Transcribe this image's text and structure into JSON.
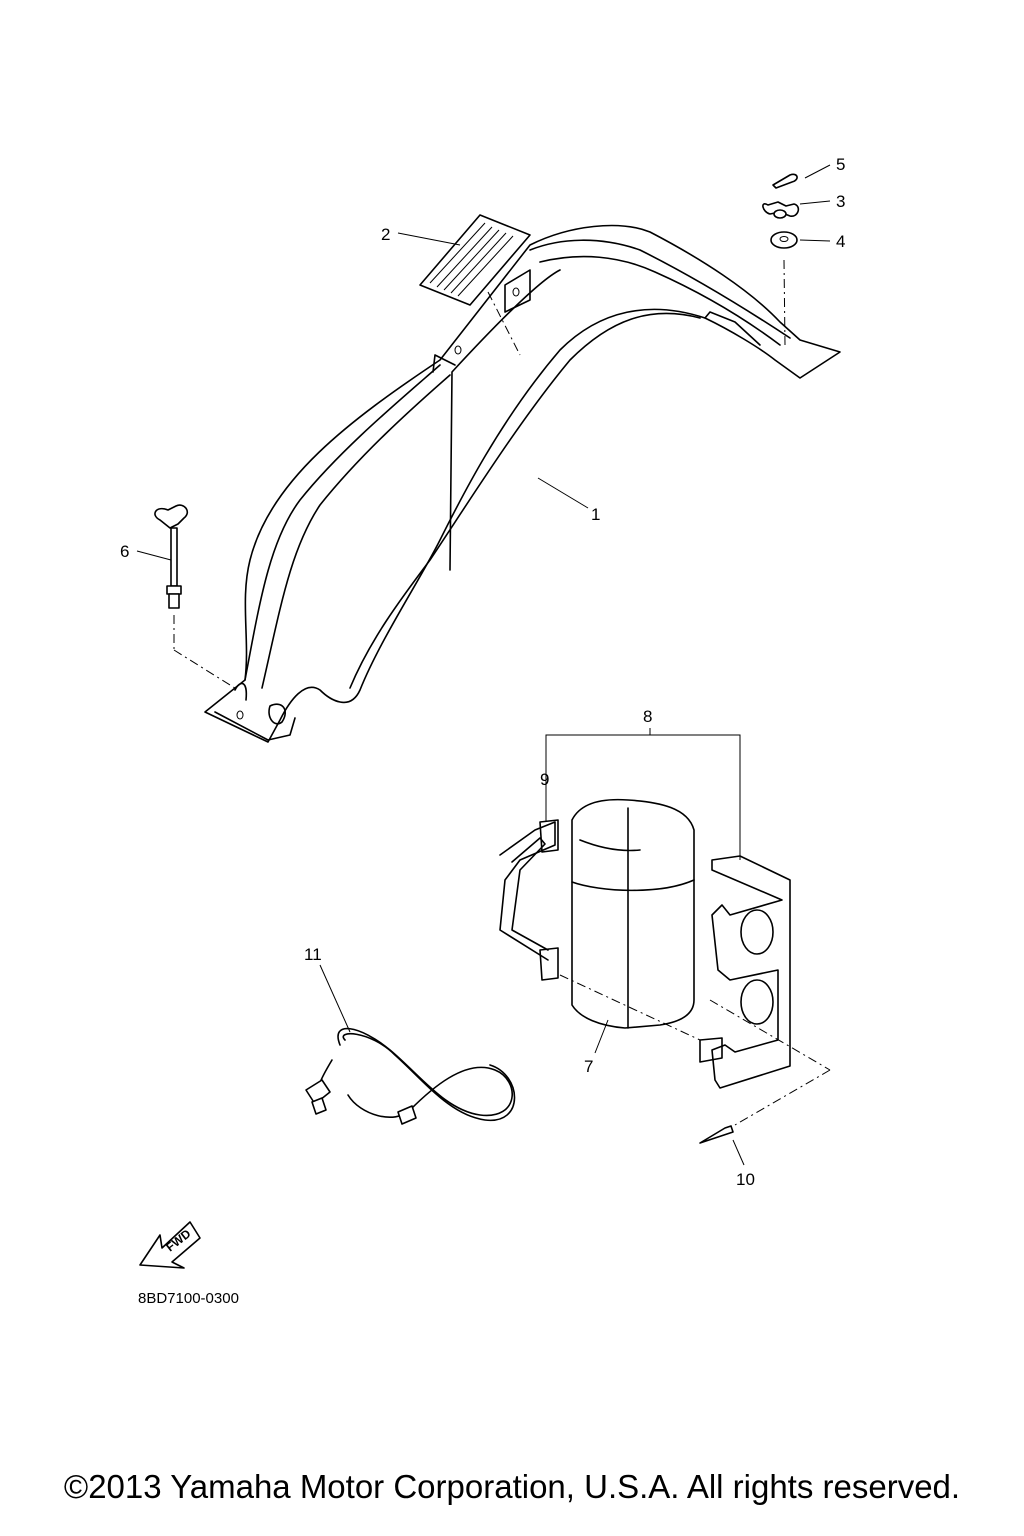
{
  "callouts": {
    "c1": "1",
    "c2": "2",
    "c3": "3",
    "c4": "4",
    "c5": "5",
    "c6": "6",
    "c7": "7",
    "c8": "8",
    "c9": "9",
    "c10": "10",
    "c11": "11"
  },
  "fwd_label": "FWD",
  "diagram_code": "8BD7100-0300",
  "copyright": "©2013 Yamaha Motor Corporation, U.S.A. All rights reserved."
}
